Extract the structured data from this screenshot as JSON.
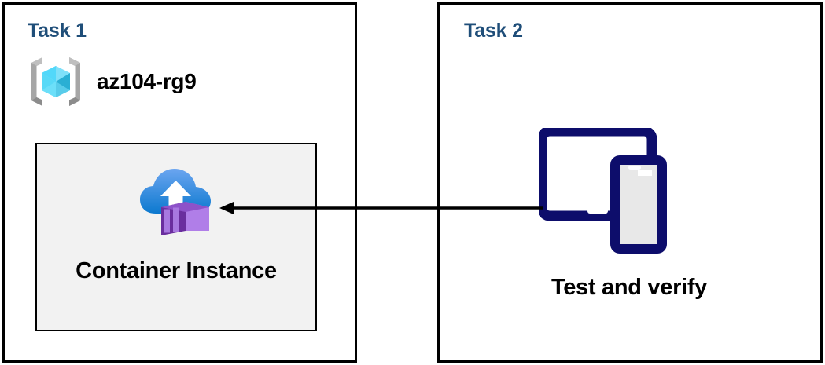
{
  "diagram": {
    "background_color": "#FFFFFF",
    "accent_title_color": "#1F4E79",
    "panel_border_color": "#000000",
    "inner_box_fill": "#F2F2F2",
    "arrow_color": "#000000"
  },
  "task1": {
    "title": "Task 1",
    "resource_group": {
      "icon": "azure-resource-group-icon",
      "label": "az104-rg9",
      "icon_colors": {
        "bracket": "#A0A0A0",
        "cube_light": "#9CEBFF",
        "cube_mid": "#32C5F4",
        "cube_dark": "#1B93C6"
      }
    },
    "container_box": {
      "icon": "azure-container-instance-icon",
      "label": "Container Instance",
      "icon_colors": {
        "cloud_top": "#5EA0EF",
        "cloud_bottom": "#0F7BD4",
        "arrow": "#FFFFFF",
        "box_light": "#B07EE8",
        "box_mid": "#9B63D6",
        "box_dark": "#6B2FA0"
      }
    }
  },
  "task2": {
    "title": "Task 2",
    "devices": {
      "icon": "tablet-and-phone-icon",
      "label": "Test and verify",
      "icon_colors": {
        "frame": "#0D0D6B",
        "tablet_screen": "#FFFFFF",
        "phone_screen": "#E8E8E8"
      }
    }
  },
  "connector": {
    "name": "arrow-task2-to-task1",
    "direction": "right-to-left",
    "from": "Test and verify",
    "to": "Container Instance"
  }
}
